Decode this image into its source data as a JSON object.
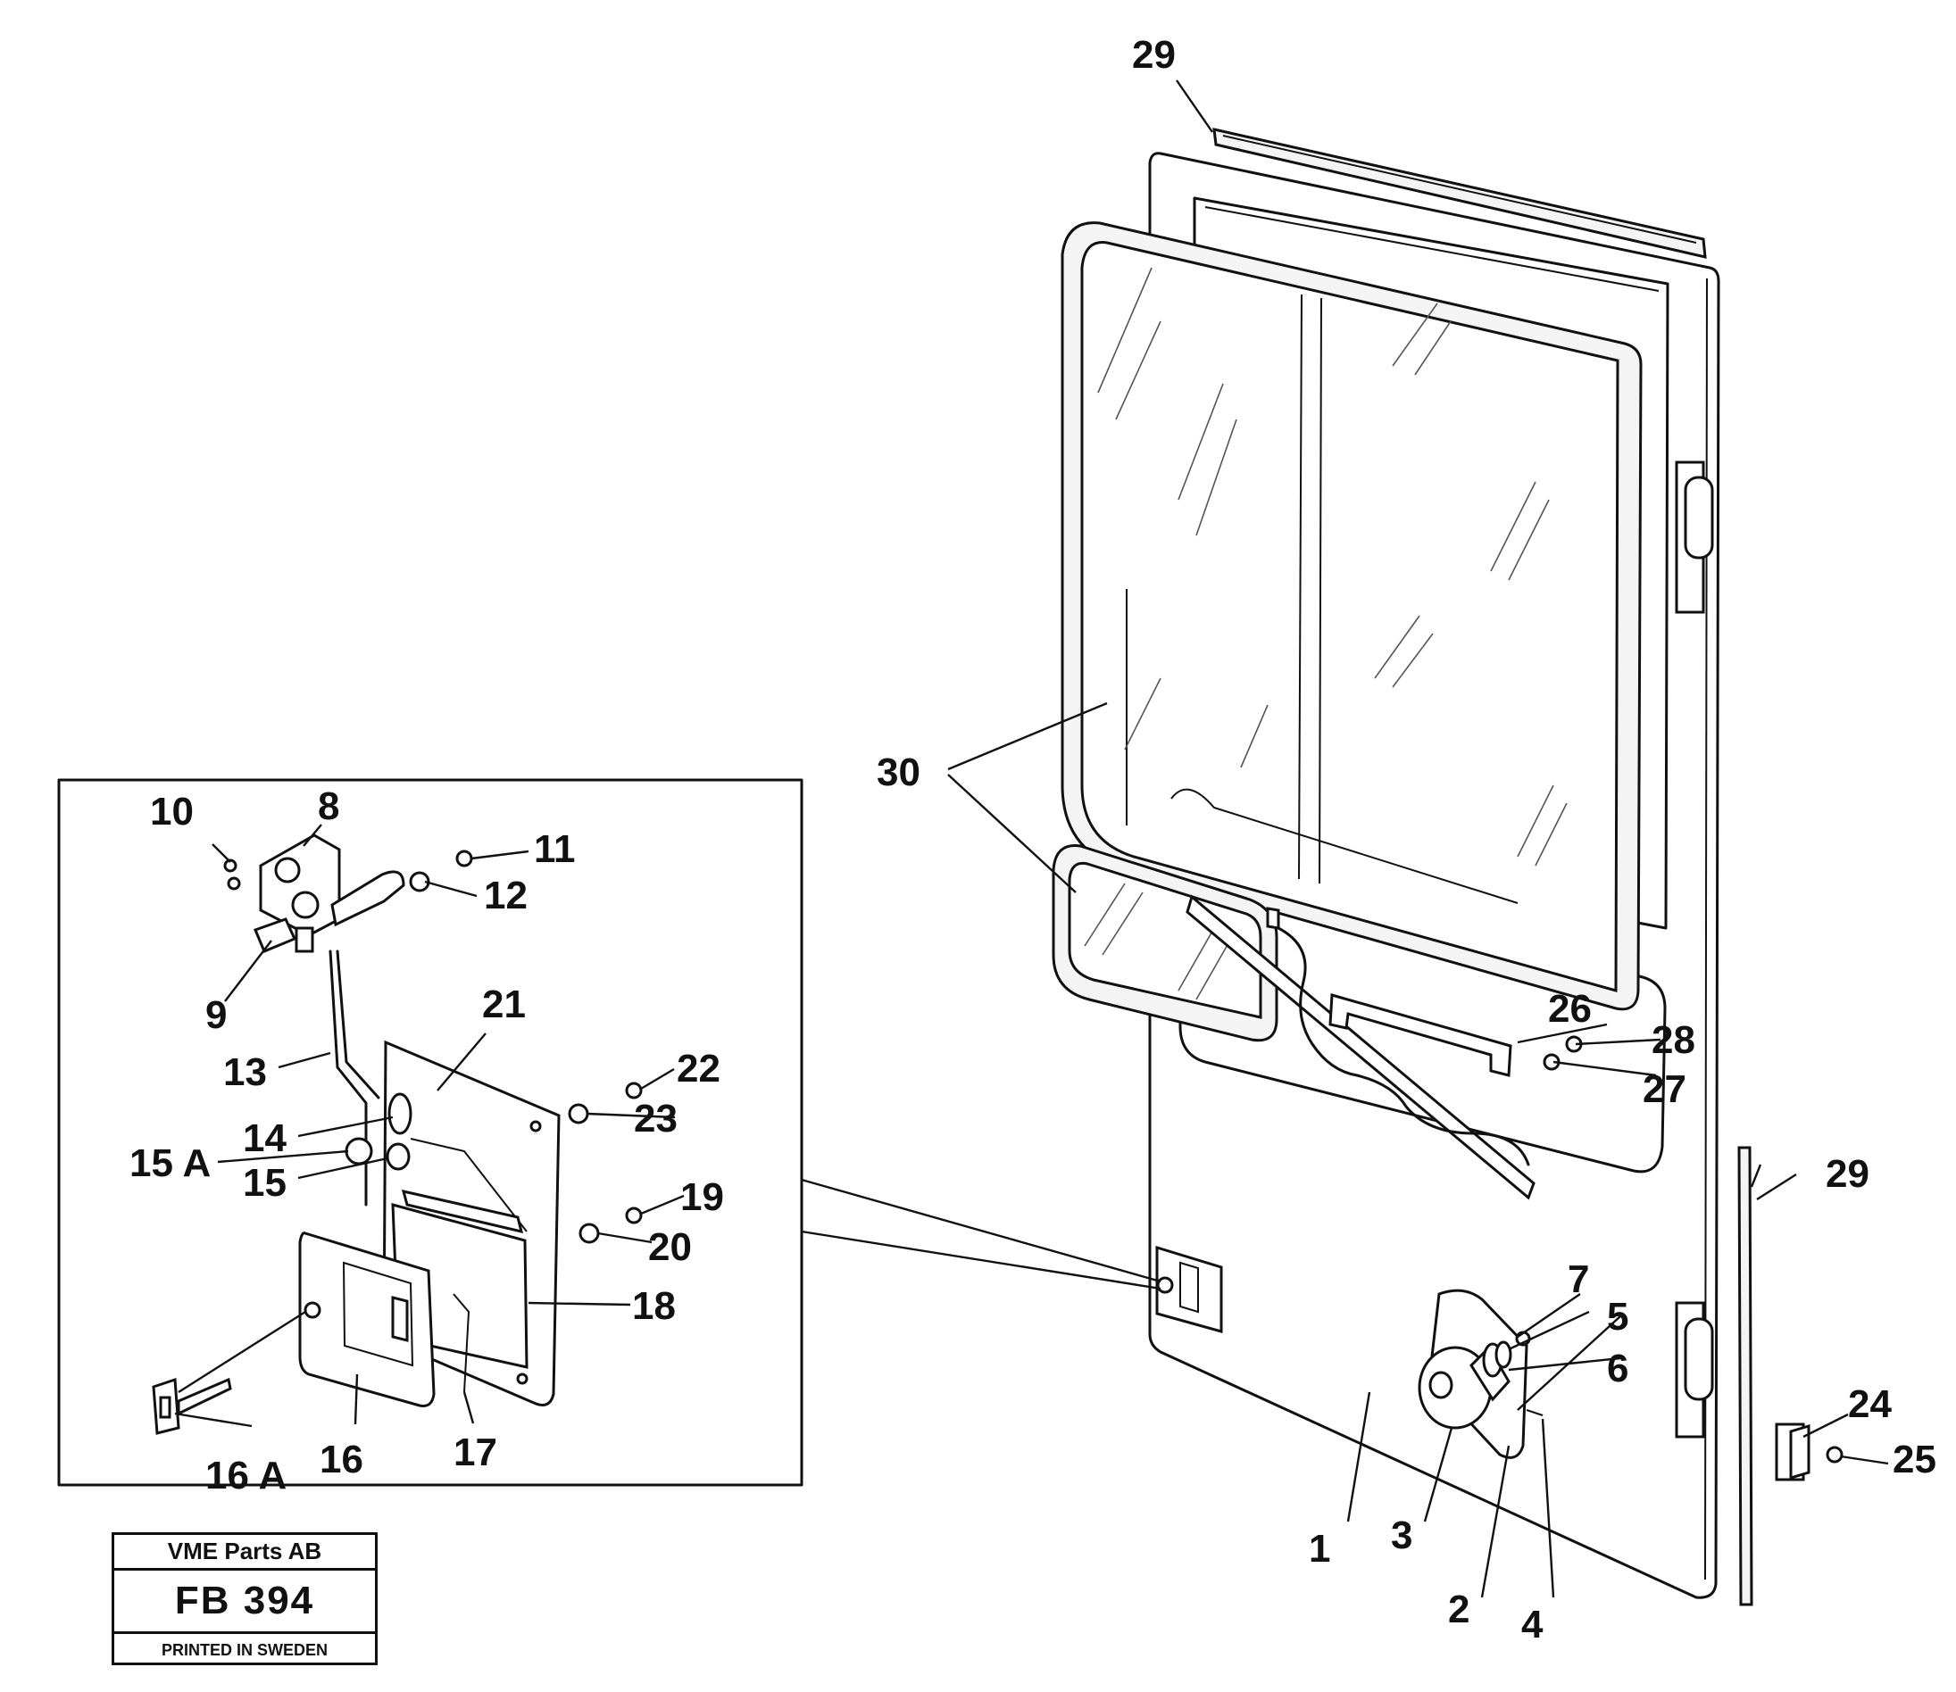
{
  "labels": {
    "l1": "1",
    "l2": "2",
    "l3": "3",
    "l4": "4",
    "l5": "5",
    "l6": "6",
    "l7": "7",
    "l8": "8",
    "l9": "9",
    "l10": "10",
    "l11": "11",
    "l12": "12",
    "l13": "13",
    "l14": "14",
    "l15": "15",
    "l15a": "15 A",
    "l16": "16",
    "l16a": "16 A",
    "l17": "17",
    "l18": "18",
    "l19": "19",
    "l20": "20",
    "l21": "21",
    "l22": "22",
    "l23": "23",
    "l24": "24",
    "l25": "25",
    "l26": "26",
    "l27": "27",
    "l28": "28",
    "l29": "29",
    "l30": "30"
  },
  "stamp": {
    "company": "VME Parts AB",
    "drawing_number": "FB 394",
    "printed": "PRINTED IN SWEDEN"
  }
}
